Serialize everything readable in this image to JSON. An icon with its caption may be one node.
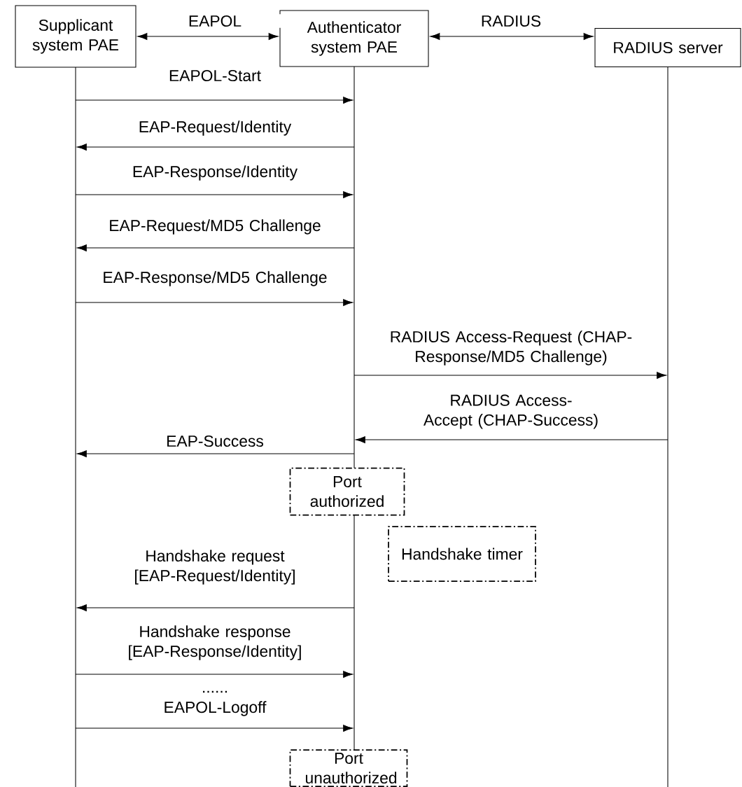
{
  "diagram": {
    "nodes": [
      {
        "text": [
          "Supplicant system PAE"
        ]
      },
      {
        "text": [
          "Authenticator system PAE"
        ]
      },
      {
        "text": [
          "RADIUS server"
        ]
      },
      {
        "text": [
          "Port authorized"
        ]
      },
      {
        "text": [
          "Handshake timer"
        ]
      },
      {
        "text": [
          "Port unauthorized"
        ]
      },
      {
        "text": [],
        "shape": "line"
      },
      {
        "text": [],
        "shape": "line"
      },
      {
        "text": [],
        "shape": "line"
      }
    ],
    "edges": [
      {
        "from": 0,
        "to": 1,
        "arrow": "both",
        "label": "EAPOL"
      },
      {
        "from": 1,
        "to": 2,
        "arrow": "both",
        "label": "RADIUS"
      },
      {
        "from": 6,
        "to": 7,
        "arrow": "to",
        "label": "EAPOL-Start"
      },
      {
        "from": 7,
        "to": 6,
        "arrow": "to",
        "label": "EAP-Request/Identity"
      },
      {
        "from": 6,
        "to": 7,
        "arrow": "to",
        "label": "EAP-Response/Identity"
      },
      {
        "from": 7,
        "to": 6,
        "arrow": "to",
        "label": "EAP-Request/MD5 Challenge"
      },
      {
        "from": 6,
        "to": 7,
        "arrow": "to",
        "label": "EAP-Response/MD5 Challenge"
      },
      {
        "from": 7,
        "to": 8,
        "arrow": "to",
        "label": "RADIUS Access-Request (CHAP-Response/MD5 Challenge)"
      },
      {
        "from": 8,
        "to": 7,
        "arrow": "to",
        "label": "RADIUS Access-Accept (CHAP-Success)"
      },
      {
        "from": 7,
        "to": 6,
        "arrow": "to",
        "label": "EAP-Success"
      },
      {
        "from": 7,
        "to": 6,
        "arrow": "to",
        "label": "Handshake request [EAP-Request/Identity]"
      },
      {
        "from": 6,
        "to": 7,
        "arrow": "to",
        "label": "Handshake response [EAP-Response/Identity]"
      },
      {
        "from": 6,
        "to": 7,
        "arrow": "to",
        "label": "EAPOL-Logoff"
      }
    ],
    "labels": [
      "......"
    ]
  }
}
